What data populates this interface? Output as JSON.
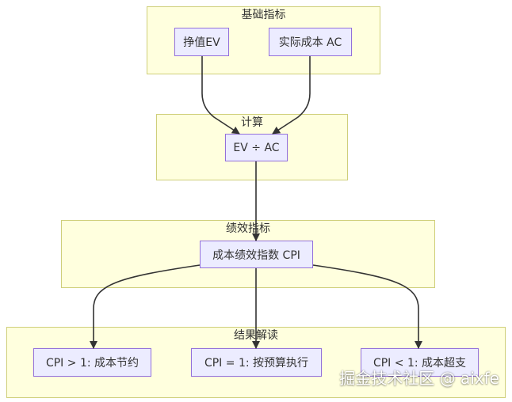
{
  "diagram": {
    "clusters": {
      "basic": {
        "title": "基础指标"
      },
      "calc": {
        "title": "计算"
      },
      "perf": {
        "title": "绩效指标"
      },
      "result": {
        "title": "结果解读"
      }
    },
    "nodes": {
      "ev": {
        "label": "挣值EV"
      },
      "ac": {
        "label": "实际成本 AC"
      },
      "div": {
        "label": "EV ÷ AC"
      },
      "cpi": {
        "label": "成本绩效指数 CPI"
      },
      "gt": {
        "label": "CPI > 1: 成本节约"
      },
      "eq": {
        "label": "CPI = 1: 按预算执行"
      },
      "lt": {
        "label": "CPI < 1: 成本超支"
      }
    },
    "edges": [
      {
        "from": "ev",
        "to": "div"
      },
      {
        "from": "ac",
        "to": "div"
      },
      {
        "from": "div",
        "to": "cpi"
      },
      {
        "from": "cpi",
        "to": "gt"
      },
      {
        "from": "cpi",
        "to": "eq"
      },
      {
        "from": "cpi",
        "to": "lt"
      }
    ],
    "colors": {
      "cluster_fill": "#ffffde",
      "cluster_border": "#cfcf7a",
      "node_fill": "#ececff",
      "node_border": "#9370db",
      "edge": "#333333"
    }
  },
  "watermark": {
    "text": "掘金技术社区 @ aixfe"
  }
}
